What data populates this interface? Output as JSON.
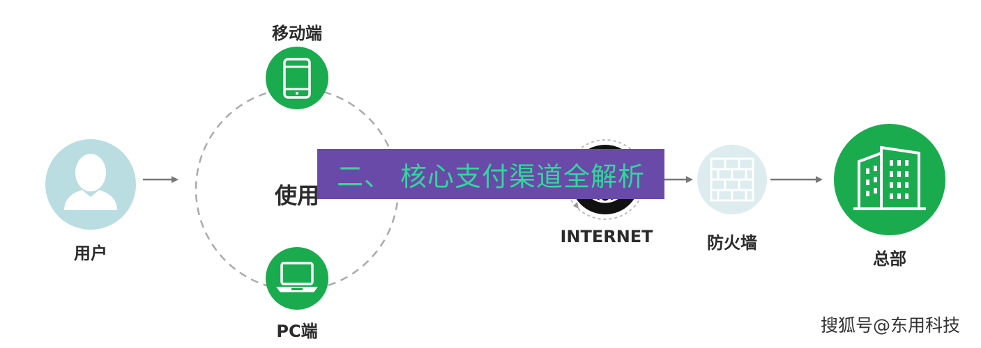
{
  "nodes": {
    "user": "用户",
    "mobile": "移动端",
    "use": "使用",
    "pc": "PC端",
    "internet": "INTERNET",
    "firewall": "防火墙",
    "hq": "总部"
  },
  "banner": {
    "text": "二、 核心支付渠道全解析"
  },
  "watermark": {
    "text": "搜狐号@东用科技"
  },
  "colors": {
    "green": "#1aab4e",
    "light_blue": "#b9dde0",
    "firewall_bg": "#dcecef",
    "banner_bg": "#6a4aa8",
    "banner_text": "#2fd89a",
    "arrow": "#777777",
    "dashed": "#aaaaaa"
  },
  "icons": {
    "user": "user-silhouette-icon",
    "mobile": "smartphone-icon",
    "pc": "laptop-icon",
    "internet": "globe-icon",
    "firewall": "brick-wall-icon",
    "hq": "office-building-icon"
  }
}
